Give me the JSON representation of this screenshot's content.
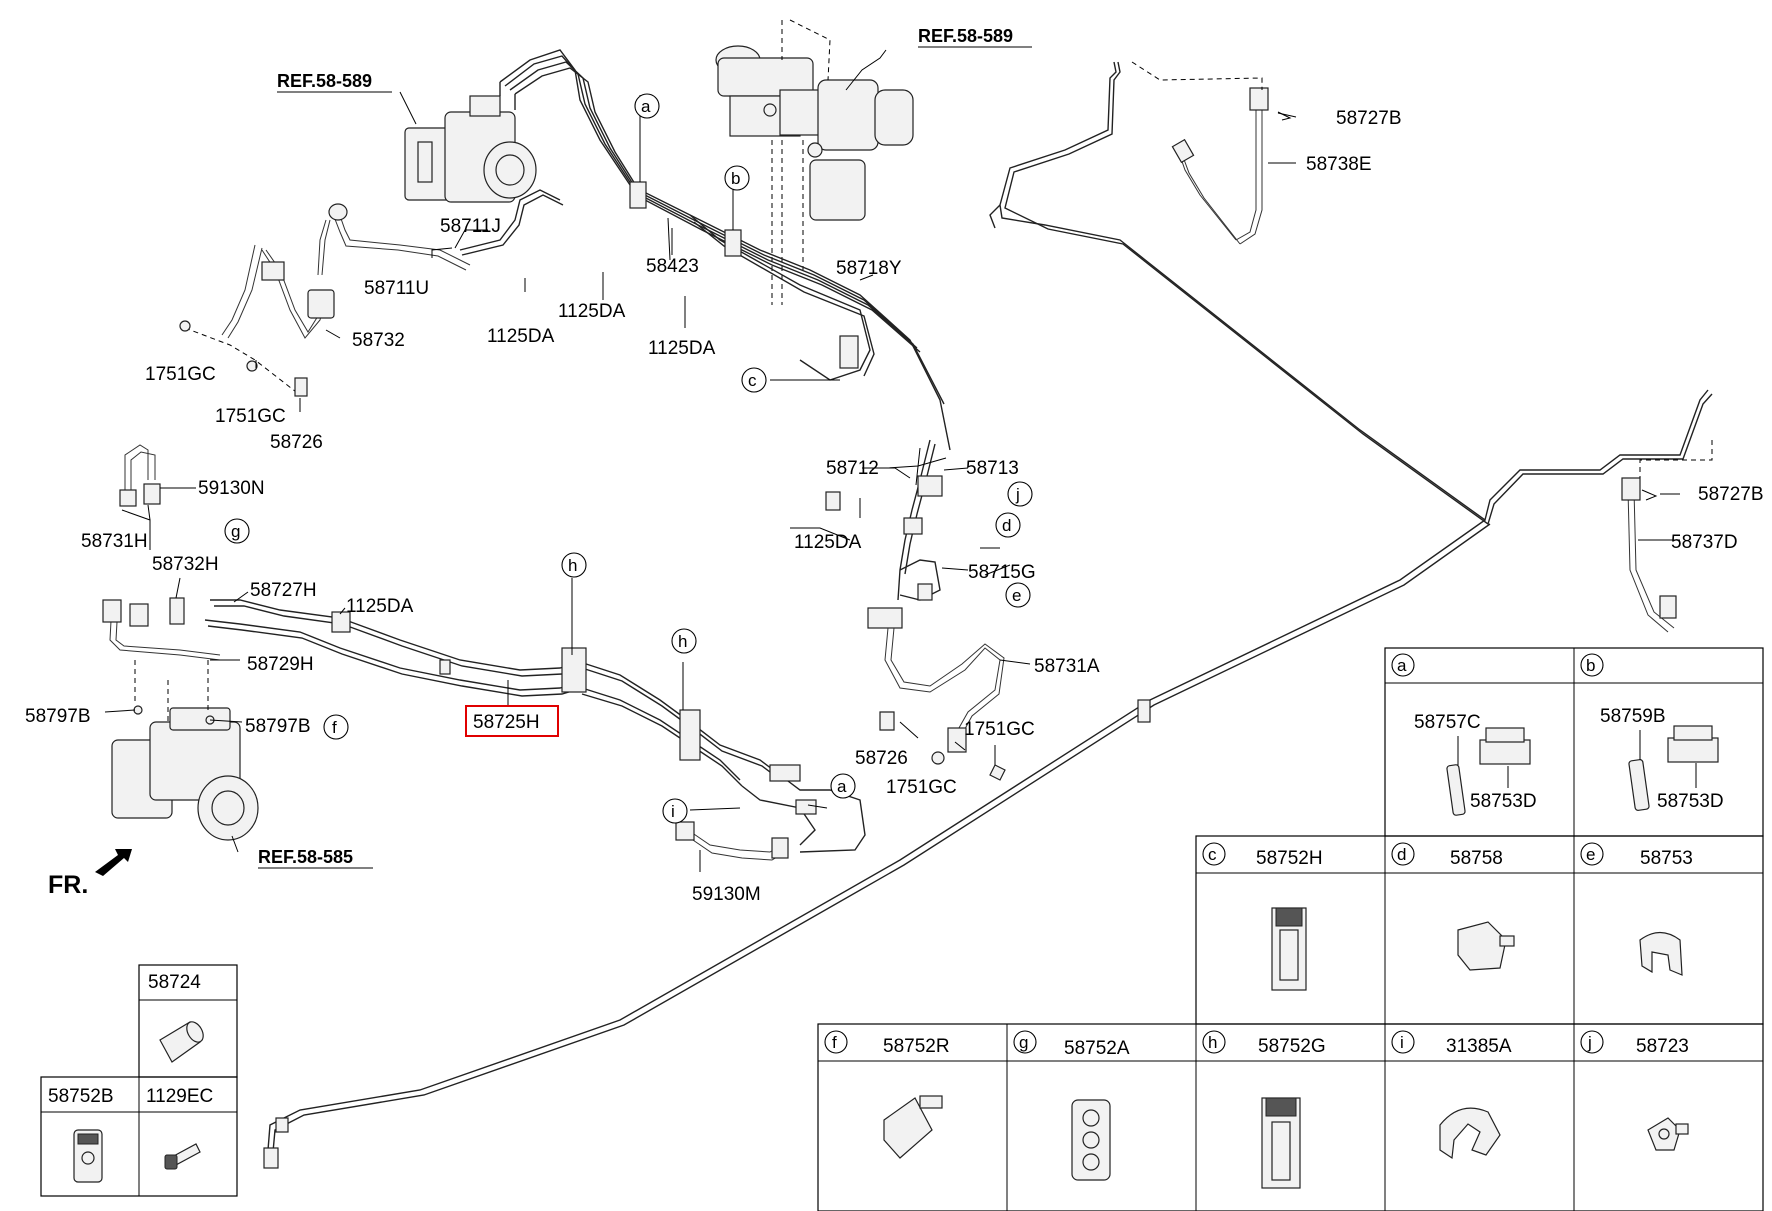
{
  "refs": {
    "ref_top_left": "REF.58-589",
    "ref_top_center": "REF.58-589",
    "ref_bottom_left": "REF.58-585",
    "front": "FR."
  },
  "callouts": {
    "p58727B_top": "58727B",
    "p58738E": "58738E",
    "p58711J": "58711J",
    "p58423": "58423",
    "p58718Y": "58718Y",
    "p58711U": "58711U",
    "p1125DA_a": "1125DA",
    "p1125DA_b": "1125DA",
    "p1125DA_c": "1125DA",
    "p58732": "58732",
    "p1751GC_a": "1751GC",
    "p1751GC_b": "1751GC",
    "p58726_a": "58726",
    "p58712": "58712",
    "p58713": "58713",
    "p1125DA_d": "1125DA",
    "p58727B_right": "58727B",
    "p58737D": "58737D",
    "p59130N": "59130N",
    "p58731H": "58731H",
    "p58732H": "58732H",
    "p58727H": "58727H",
    "p1125DA_e": "1125DA",
    "p58729H": "58729H",
    "p58715G": "58715G",
    "p58797B_a": "58797B",
    "p58797B_b": "58797B",
    "p58725H": "58725H",
    "p58731A": "58731A",
    "p58726_b": "58726",
    "p1751GC_c": "1751GC",
    "p1751GC_d": "1751GC",
    "p59130M": "59130M"
  },
  "circle_letters": {
    "a1": "a",
    "b1": "b",
    "c1": "c",
    "j1": "j",
    "d1": "d",
    "e1": "e",
    "g1": "g",
    "f1": "f",
    "h1": "h",
    "h2": "h",
    "a2": "a",
    "i1": "i"
  },
  "legend_table": {
    "cells": [
      {
        "letter": "a",
        "parts": [
          "58757C",
          "58753D"
        ]
      },
      {
        "letter": "b",
        "parts": [
          "58759B",
          "58753D"
        ]
      },
      {
        "letter": "c",
        "part": "58752H"
      },
      {
        "letter": "d",
        "part": "58758"
      },
      {
        "letter": "e",
        "part": "58753"
      },
      {
        "letter": "f",
        "part": "58752R"
      },
      {
        "letter": "g",
        "part": "58752A"
      },
      {
        "letter": "h",
        "part": "58752G"
      },
      {
        "letter": "i",
        "part": "31385A"
      },
      {
        "letter": "j",
        "part": "58723"
      }
    ]
  },
  "small_table": {
    "top": "58724",
    "left": "58752B",
    "right": "1129EC"
  },
  "highlight": {
    "part": "58725H",
    "color": "#e00000"
  }
}
